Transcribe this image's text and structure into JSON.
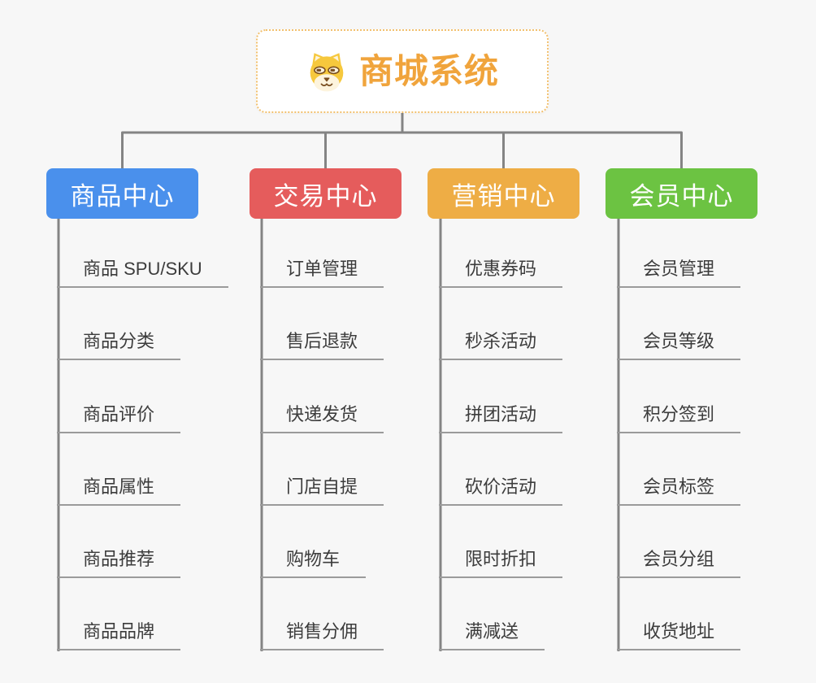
{
  "page": {
    "background": "#f7f7f7"
  },
  "root": {
    "title": "商城系统",
    "icon": "dog-face-icon",
    "text_color": "#f0a43c",
    "border_color": "#f2c06e",
    "fill": "#ffffff"
  },
  "connector_color": "#848484",
  "leaf_line_color": "#9b9b9b",
  "leaf_text_color": "#3c3c3c",
  "branches": [
    {
      "label": "商品中心",
      "color": "#4a90ec",
      "items": [
        "商品 SPU/SKU",
        "商品分类",
        "商品评价",
        "商品属性",
        "商品推荐",
        "商品品牌"
      ]
    },
    {
      "label": "交易中心",
      "color": "#e55c5c",
      "items": [
        "订单管理",
        "售后退款",
        "快递发货",
        "门店自提",
        "购物车",
        "销售分佣"
      ]
    },
    {
      "label": "营销中心",
      "color": "#eead45",
      "items": [
        "优惠券码",
        "秒杀活动",
        "拼团活动",
        "砍价活动",
        "限时折扣",
        "满减送"
      ]
    },
    {
      "label": "会员中心",
      "color": "#6cc342",
      "items": [
        "会员管理",
        "会员等级",
        "积分签到",
        "会员标签",
        "会员分组",
        "收货地址"
      ]
    }
  ]
}
